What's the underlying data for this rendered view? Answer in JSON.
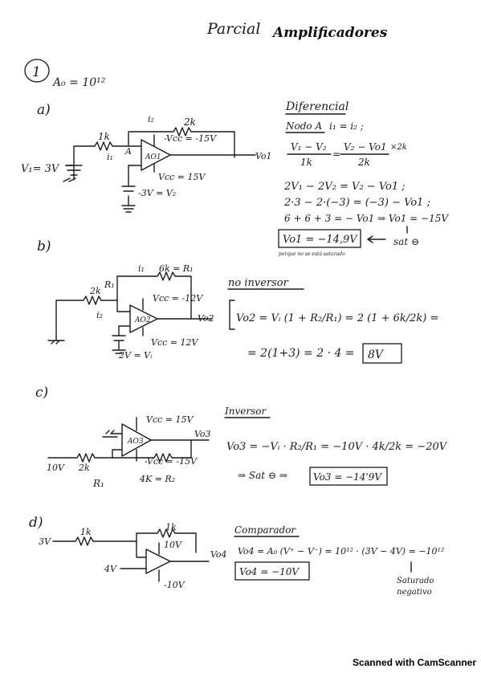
{
  "title": {
    "left": "Parcial",
    "right": "Amplificadores"
  },
  "problem": {
    "number": "1",
    "gain": "A₀ = 10¹²"
  },
  "a": {
    "label": "a)",
    "circuit": {
      "vin": "V₁= 3V",
      "r1": "1k",
      "r2": "2k",
      "i1": "i₁",
      "i2": "i₂",
      "node": "A",
      "vcc_neg": "-Vcc = -15V",
      "vcc_pos": "Vcc = 15V",
      "ref": "-3V = V₂",
      "op": "AO1",
      "out": "Vo1"
    },
    "work": {
      "heading1": "Diferencial",
      "heading2": "Nodo A",
      "node_eq": "i₁ = i₂ ;",
      "eq_l_num": "V₁ − V₂",
      "eq_l_den": "1k",
      "eq_r_num": "V₂ − Vo1",
      "eq_r_den": "2k",
      "eq_mult": "×2k",
      "line1": "2V₁ − 2V₂ = V₂ − Vo1 ;",
      "line2": "2·3 − 2·(−3) = (−3) − Vo1 ;",
      "line3": "6 + 6 + 3 = − Vo1 ⇒ Vo1 = −15V",
      "answer": "Vo1 = −14,9V",
      "sat": "sat ⊖",
      "note": "porque no se está saturado"
    }
  },
  "b": {
    "label": "b)",
    "circuit": {
      "r1": "R₁",
      "r1_val": "2k",
      "i2": "i₂",
      "i1": "i₁",
      "r2": "6k = R₁",
      "vcc_neg": "Vcc = -12V",
      "vcc_pos": "Vcc = 12V",
      "src": "2V = Vᵢ",
      "op": "AO2",
      "out": "Vo2"
    },
    "work": {
      "heading": "no inversor",
      "eq1": "Vo2 = Vᵢ (1 + R₂/R₁) = 2 (1 + 6k/2k) =",
      "eq2": "= 2(1+3) = 2 · 4 =",
      "answer": "8V"
    }
  },
  "c": {
    "label": "c)",
    "circuit": {
      "vcc_pos": "Vcc = 15V",
      "vcc_neg": "-Vcc = -15V",
      "op": "AO3",
      "out": "Vo3",
      "vin": "10V",
      "r1_val": "2k",
      "r1": "R₁",
      "r2": "4K = R₂"
    },
    "work": {
      "heading": "Inversor",
      "eq1": "Vo3 = −Vᵢ · R₂/R₁ = −10V · 4k/2k = −20V",
      "sat": "⇒ Sat ⊖ ⇒",
      "answer": "Vo3 = −14'9V"
    }
  },
  "d": {
    "label": "d)",
    "circuit": {
      "vin": "3V",
      "r1": "1k",
      "r2": "1k",
      "vpos": "10V",
      "vneg": "-10V",
      "vref": "4V",
      "out": "Vo4"
    },
    "work": {
      "heading": "Comparador",
      "eq1": "Vo4 = A₀ (V⁺ − V⁻) = 10¹² · (3V − 4V) = −10¹²",
      "answer": "Vo4 = −10V",
      "note1": "Saturado",
      "note2": "negativo"
    }
  },
  "footer": "Scanned with CamScanner"
}
